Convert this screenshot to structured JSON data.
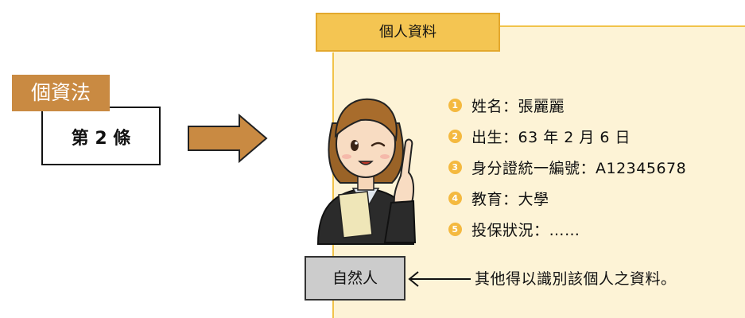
{
  "law": {
    "name": "個資法",
    "article": "第 2 條"
  },
  "panel": {
    "title": "個人資料"
  },
  "items": [
    {
      "num": "1",
      "text": "姓名：張麗麗"
    },
    {
      "num": "2",
      "text": "出生：63 年 2 月 6 日"
    },
    {
      "num": "3",
      "text": "身分證統一編號：A12345678"
    },
    {
      "num": "4",
      "text": "教育：大學"
    },
    {
      "num": "5",
      "text": "投保狀況：……"
    }
  ],
  "subject": {
    "label": "自然人"
  },
  "note": "其他得以識別該個人之資料。",
  "colors": {
    "law_tag": "#c98a42",
    "panel_bg": "#fdf3d6",
    "panel_tab": "#f4c552",
    "number_badge": "#f4b93f",
    "subject_box": "#cccccc"
  }
}
